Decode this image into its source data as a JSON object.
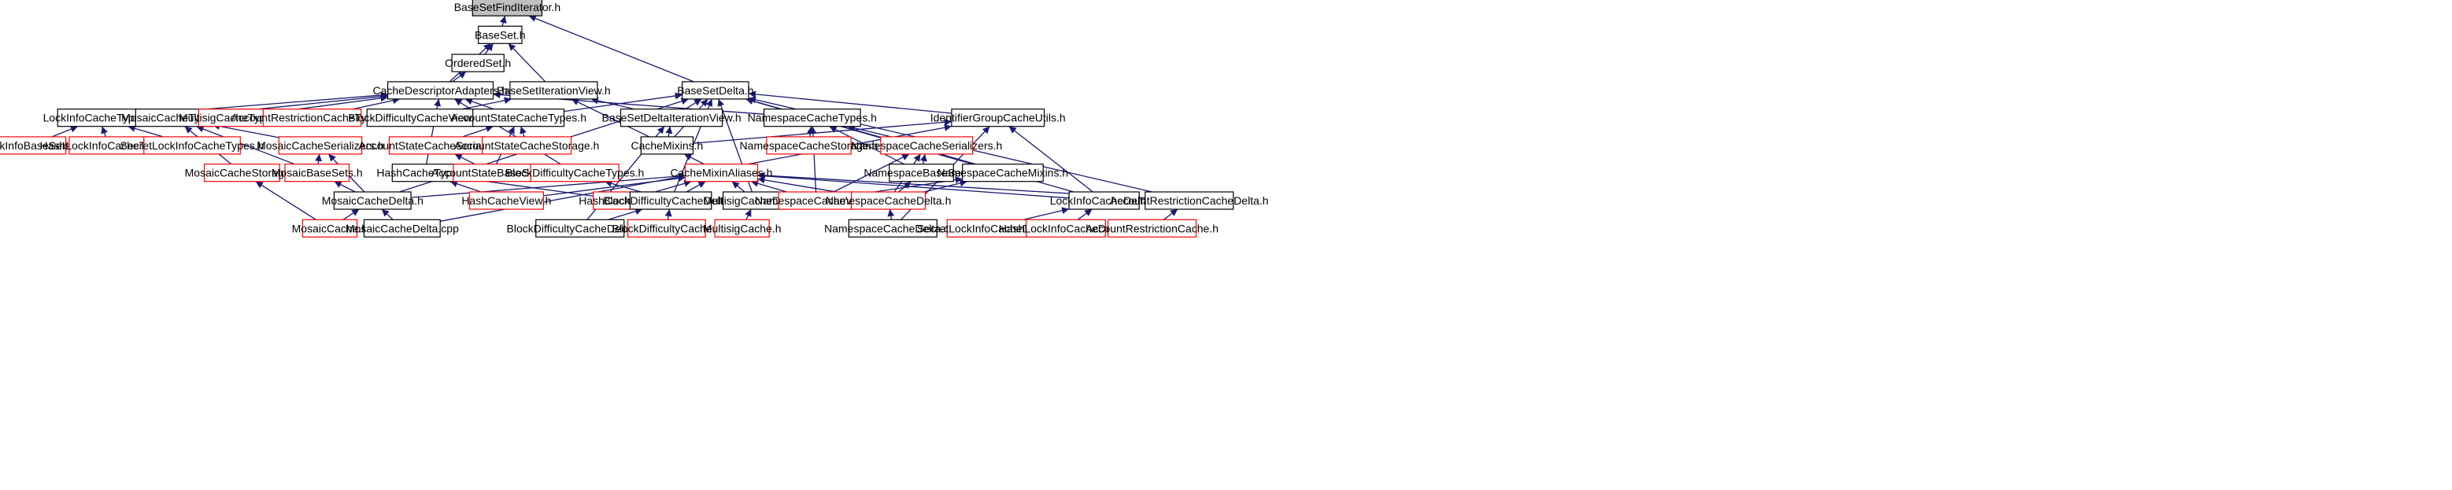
{
  "colors": {
    "edge": "#191970",
    "root_fill": "#bfbfbf",
    "root_stroke": "#000000",
    "node_fill": "#ffffff",
    "node_stroke": "#000000",
    "linked_stroke": "#ff0000"
  },
  "nodes": [
    {
      "id": "n0",
      "label": "BaseSetFindIterator.h",
      "kind": "root"
    },
    {
      "id": "n1",
      "label": "BaseSet.h",
      "kind": "normal"
    },
    {
      "id": "n2",
      "label": "OrderedSet.h",
      "kind": "normal"
    },
    {
      "id": "n3",
      "label": "CacheDescriptorAdapters.h",
      "kind": "normal"
    },
    {
      "id": "n4",
      "label": "BaseSetIterationView.h",
      "kind": "normal"
    },
    {
      "id": "n5",
      "label": "BaseSetDelta.h",
      "kind": "normal"
    },
    {
      "id": "n6",
      "label": "LockInfoCacheTypes.h",
      "kind": "normal"
    },
    {
      "id": "n7",
      "label": "MosaicCacheTypes.h",
      "kind": "normal"
    },
    {
      "id": "n8",
      "label": "MultisigCacheTypes.h",
      "kind": "red"
    },
    {
      "id": "n9",
      "label": "AccountRestrictionCacheTypes.h",
      "kind": "red"
    },
    {
      "id": "n10",
      "label": "BlockDifficultyCacheView.cpp",
      "kind": "normal"
    },
    {
      "id": "n11",
      "label": "AccountStateCacheTypes.h",
      "kind": "normal"
    },
    {
      "id": "n12",
      "label": "BaseSetDeltaIterationView.h",
      "kind": "normal"
    },
    {
      "id": "n13",
      "label": "NamespaceCacheTypes.h",
      "kind": "normal"
    },
    {
      "id": "n14",
      "label": "IdentifierGroupCacheUtils.h",
      "kind": "normal"
    },
    {
      "id": "n15",
      "label": "LockInfoBaseSets.h",
      "kind": "red"
    },
    {
      "id": "n16",
      "label": "HashLockInfoCacheTypes.h",
      "kind": "red"
    },
    {
      "id": "n17",
      "label": "SecretLockInfoCacheTypes.h",
      "kind": "red"
    },
    {
      "id": "n18",
      "label": "MosaicCacheSerializers.h",
      "kind": "red"
    },
    {
      "id": "n19",
      "label": "AccountStateCacheSerializers.h",
      "kind": "red"
    },
    {
      "id": "n20",
      "label": "AccountStateCacheStorage.h",
      "kind": "red"
    },
    {
      "id": "n21",
      "label": "CacheMixins.h",
      "kind": "normal"
    },
    {
      "id": "n22",
      "label": "NamespaceCacheStorage.h",
      "kind": "red"
    },
    {
      "id": "n23",
      "label": "NamespaceCacheSerializers.h",
      "kind": "red"
    },
    {
      "id": "n24",
      "label": "MosaicCacheStorage.h",
      "kind": "red"
    },
    {
      "id": "n25",
      "label": "MosaicBaseSets.h",
      "kind": "red"
    },
    {
      "id": "n26",
      "label": "HashCacheTypes.h",
      "kind": "normal"
    },
    {
      "id": "n27",
      "label": "AccountStateBaseSets.h",
      "kind": "red"
    },
    {
      "id": "n28",
      "label": "BlockDifficultyCacheTypes.h",
      "kind": "red"
    },
    {
      "id": "n29",
      "label": "CacheMixinAliases.h",
      "kind": "red"
    },
    {
      "id": "n30",
      "label": "NamespaceBaseSets.h",
      "kind": "normal"
    },
    {
      "id": "n31",
      "label": "NamespaceCacheMixins.h",
      "kind": "normal"
    },
    {
      "id": "n32",
      "label": "MosaicCacheDelta.h",
      "kind": "normal"
    },
    {
      "id": "n33",
      "label": "HashCacheView.h",
      "kind": "red"
    },
    {
      "id": "n34",
      "label": "HashCacheDelta.h",
      "kind": "red"
    },
    {
      "id": "n35",
      "label": "BlockDifficultyCacheDelta.h",
      "kind": "normal"
    },
    {
      "id": "n36",
      "label": "MultisigCacheDelta.h",
      "kind": "normal"
    },
    {
      "id": "n37",
      "label": "NamespaceCacheView.h",
      "kind": "red"
    },
    {
      "id": "n38",
      "label": "NamespaceCacheDelta.h",
      "kind": "red"
    },
    {
      "id": "n39",
      "label": "LockInfoCacheDelta.h",
      "kind": "normal"
    },
    {
      "id": "n40",
      "label": "AccountRestrictionCacheDelta.h",
      "kind": "normal"
    },
    {
      "id": "n41",
      "label": "MosaicCache.h",
      "kind": "red"
    },
    {
      "id": "n42",
      "label": "MosaicCacheDelta.cpp",
      "kind": "normal"
    },
    {
      "id": "n43",
      "label": "BlockDifficultyCacheDelta.cpp",
      "kind": "normal"
    },
    {
      "id": "n44",
      "label": "BlockDifficultyCache.h",
      "kind": "red"
    },
    {
      "id": "n45",
      "label": "MultisigCache.h",
      "kind": "red"
    },
    {
      "id": "n46",
      "label": "NamespaceCacheDelta.cpp",
      "kind": "normal"
    },
    {
      "id": "n47",
      "label": "SecretLockInfoCacheDelta.h",
      "kind": "red"
    },
    {
      "id": "n48",
      "label": "HashLockInfoCacheDelta.h",
      "kind": "red"
    },
    {
      "id": "n49",
      "label": "AccountRestrictionCache.h",
      "kind": "red"
    }
  ],
  "edges": [
    [
      "n1",
      "n0"
    ],
    [
      "n5",
      "n0"
    ],
    [
      "n2",
      "n1"
    ],
    [
      "n3",
      "n1"
    ],
    [
      "n4",
      "n1"
    ],
    [
      "n3",
      "n2"
    ],
    [
      "n6",
      "n3"
    ],
    [
      "n7",
      "n3"
    ],
    [
      "n8",
      "n3"
    ],
    [
      "n9",
      "n3"
    ],
    [
      "n11",
      "n3"
    ],
    [
      "n13",
      "n3"
    ],
    [
      "n26",
      "n3"
    ],
    [
      "n28",
      "n3"
    ],
    [
      "n10",
      "n4"
    ],
    [
      "n12",
      "n4"
    ],
    [
      "n21",
      "n4"
    ],
    [
      "n11",
      "n5"
    ],
    [
      "n12",
      "n5"
    ],
    [
      "n13",
      "n5"
    ],
    [
      "n14",
      "n5"
    ],
    [
      "n21",
      "n5"
    ],
    [
      "n31",
      "n5"
    ],
    [
      "n32",
      "n5"
    ],
    [
      "n35",
      "n5"
    ],
    [
      "n36",
      "n5"
    ],
    [
      "n39",
      "n5"
    ],
    [
      "n40",
      "n5"
    ],
    [
      "n15",
      "n6"
    ],
    [
      "n16",
      "n6"
    ],
    [
      "n17",
      "n6"
    ],
    [
      "n18",
      "n7"
    ],
    [
      "n24",
      "n7"
    ],
    [
      "n25",
      "n7"
    ],
    [
      "n19",
      "n11"
    ],
    [
      "n20",
      "n11"
    ],
    [
      "n27",
      "n11"
    ],
    [
      "n21",
      "n12"
    ],
    [
      "n43",
      "n12"
    ],
    [
      "n22",
      "n13"
    ],
    [
      "n23",
      "n13"
    ],
    [
      "n30",
      "n13"
    ],
    [
      "n37",
      "n13"
    ],
    [
      "n21",
      "n14"
    ],
    [
      "n39",
      "n14"
    ],
    [
      "n42",
      "n14"
    ],
    [
      "n46",
      "n14"
    ],
    [
      "n25",
      "n18"
    ],
    [
      "n32",
      "n18"
    ],
    [
      "n27",
      "n19"
    ],
    [
      "n29",
      "n21"
    ],
    [
      "n37",
      "n23"
    ],
    [
      "n38",
      "n23"
    ],
    [
      "n30",
      "n23"
    ],
    [
      "n41",
      "n24"
    ],
    [
      "n32",
      "n25"
    ],
    [
      "n33",
      "n26"
    ],
    [
      "n34",
      "n26"
    ],
    [
      "n35",
      "n28"
    ],
    [
      "n32",
      "n29"
    ],
    [
      "n33",
      "n29"
    ],
    [
      "n34",
      "n29"
    ],
    [
      "n35",
      "n29"
    ],
    [
      "n36",
      "n29"
    ],
    [
      "n37",
      "n29"
    ],
    [
      "n38",
      "n29"
    ],
    [
      "n39",
      "n29"
    ],
    [
      "n40",
      "n29"
    ],
    [
      "n38",
      "n30"
    ],
    [
      "n37",
      "n31"
    ],
    [
      "n38",
      "n31"
    ],
    [
      "n41",
      "n32"
    ],
    [
      "n42",
      "n32"
    ],
    [
      "n43",
      "n35"
    ],
    [
      "n44",
      "n35"
    ],
    [
      "n45",
      "n36"
    ],
    [
      "n46",
      "n38"
    ],
    [
      "n47",
      "n39"
    ],
    [
      "n48",
      "n39"
    ],
    [
      "n49",
      "n40"
    ]
  ]
}
